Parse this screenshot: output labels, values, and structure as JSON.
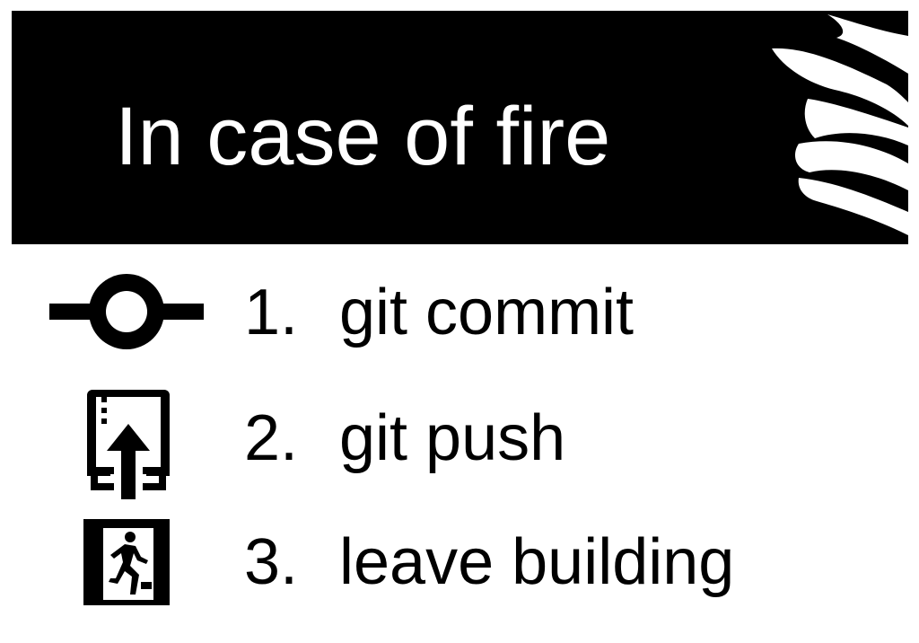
{
  "sign": {
    "title": "In case of fire",
    "colors": {
      "background": "#ffffff",
      "banner": "#000000",
      "text": "#000000",
      "banner_text": "#ffffff"
    }
  },
  "steps": [
    {
      "number": "1.",
      "label": "git commit",
      "icon": "commit-icon"
    },
    {
      "number": "2.",
      "label": "git push",
      "icon": "push-icon"
    },
    {
      "number": "3.",
      "label": "leave building",
      "icon": "exit-icon"
    }
  ]
}
